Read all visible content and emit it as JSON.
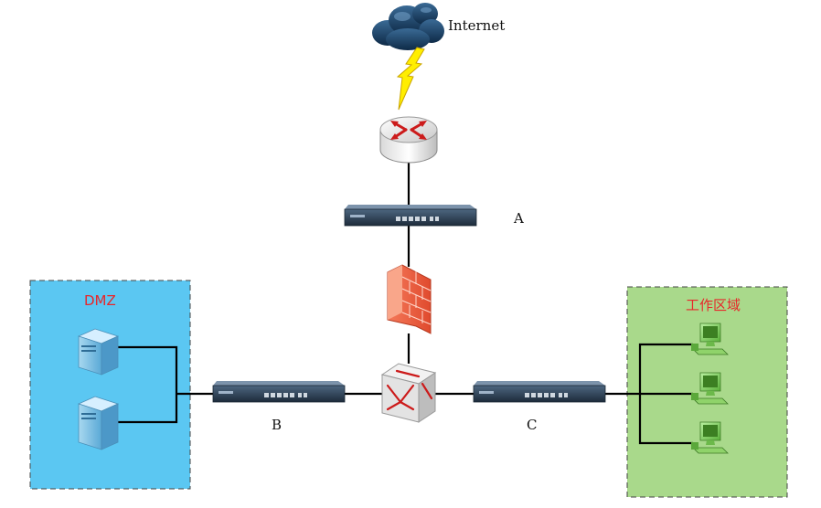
{
  "labels": {
    "internet": "Internet",
    "device_a": "A",
    "device_b": "B",
    "device_c": "C",
    "dmz": "DMZ",
    "work_zone": "工作区域"
  },
  "colors": {
    "dmz_fill": "#5bc7f2",
    "work_fill": "#a9d98b",
    "zone_label_red": "#e8262a",
    "link": "#000000"
  },
  "icons": [
    "cloud-icon",
    "lightning-icon",
    "router-icon",
    "appliance-icon",
    "firewall-icon",
    "switch-icon",
    "server-icon",
    "workstation-icon"
  ]
}
